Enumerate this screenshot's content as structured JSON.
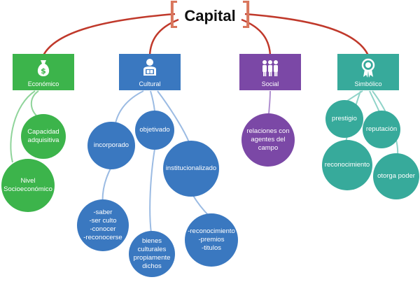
{
  "root": {
    "title": "Capital",
    "bracket_left": "[",
    "bracket_right": "]"
  },
  "categories": [
    {
      "key": "economico",
      "label": "Económico",
      "icon": "money-bag-icon",
      "color": "#3cb44b"
    },
    {
      "key": "cultural",
      "label": "Cultural",
      "icon": "reader-icon",
      "color": "#3a78c0"
    },
    {
      "key": "social",
      "label": "Social",
      "icon": "people-group-icon",
      "color": "#7b48a6"
    },
    {
      "key": "simbolico",
      "label": "Simbólico",
      "icon": "award-ribbon-icon",
      "color": "#37aa9b"
    }
  ],
  "economico": {
    "capacidad": "Capacidad\nadquisitiva",
    "nivel": "Nivel\nSocioeconómico"
  },
  "cultural": {
    "incorporado": "incorporado",
    "objetivado": "objetivado",
    "institucionalizado": "institucionalizado",
    "incorporado_detail": "-saber\n-ser culto\n-conocer\n-reconocerse",
    "objetivado_detail": "bienes\nculturales\npropiamente\ndichos",
    "institucionalizado_detail": "-reconocimiento\n-premios\n-titulos"
  },
  "social": {
    "relaciones": "relaciones con\nagentes del\ncampo"
  },
  "simbolico": {
    "prestigio": "prestigio",
    "reputacion": "reputación",
    "reconocimiento": "reconocimiento",
    "otorga_poder": "otorga poder"
  },
  "colors": {
    "connector_red": "#c0392b",
    "connector_green": "#8fd49a",
    "connector_blue": "#9bbbe3",
    "connector_purple": "#b08fd0",
    "connector_teal": "#8fd3c8",
    "bracket": "#d9765c"
  }
}
